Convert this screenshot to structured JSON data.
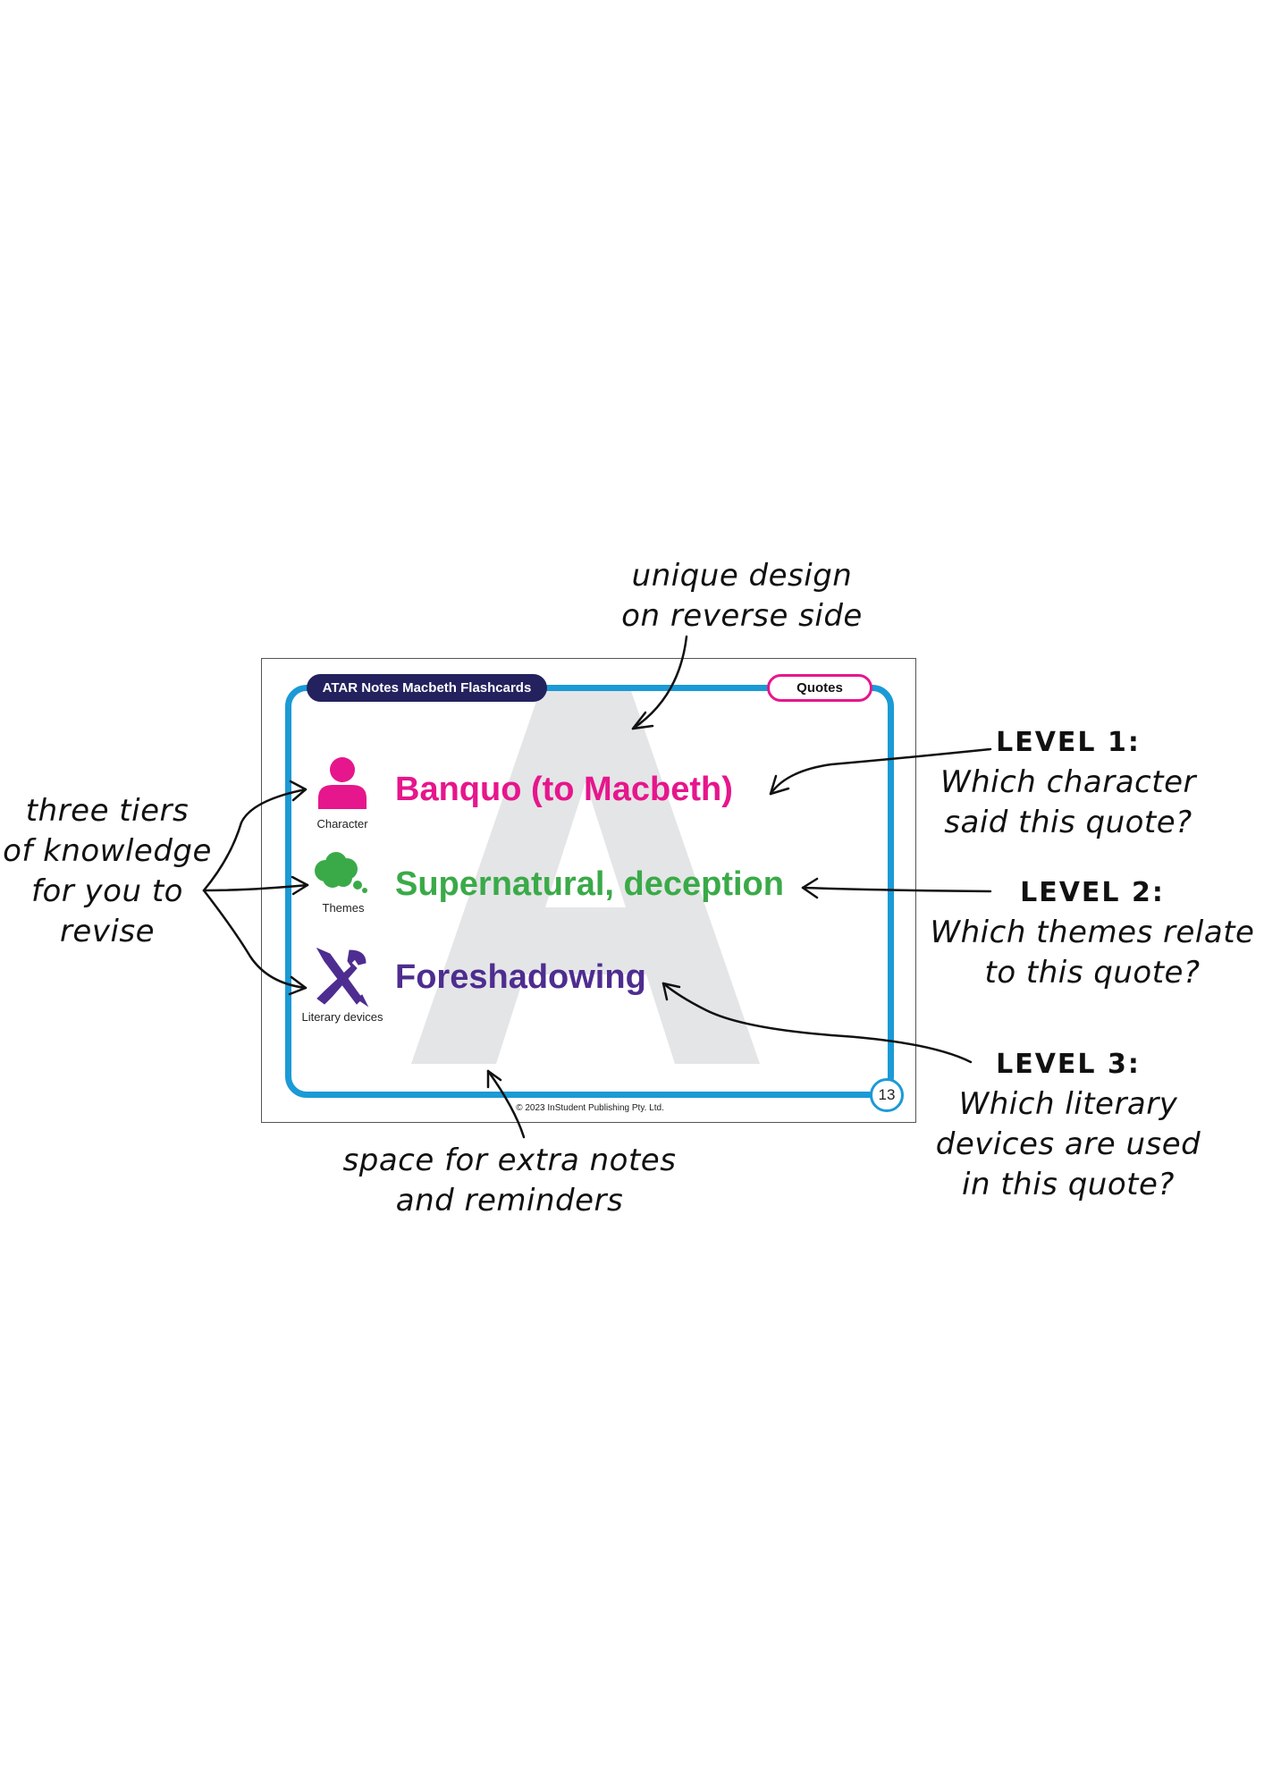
{
  "card": {
    "title": "ATAR Notes Macbeth Flashcards",
    "tag": "Quotes",
    "watermark_letter": "A",
    "page_number": "13",
    "copyright": "© 2023 InStudent Publishing Pty. Ltd."
  },
  "tiers": [
    {
      "icon": "person-icon",
      "label": "Character",
      "text": "Banquo (to Macbeth)",
      "color": "#e6168c"
    },
    {
      "icon": "thought-cloud-icon",
      "label": "Themes",
      "text": "Supernatural, deception",
      "color": "#3aaa48"
    },
    {
      "icon": "quill-tools-icon",
      "label": "Literary devices",
      "text": "Foreshadowing",
      "color": "#4e2d90"
    }
  ],
  "annotations": {
    "top": [
      "unique design",
      "on reverse side"
    ],
    "left": [
      "three tiers",
      "of knowledge",
      "for you to",
      "revise"
    ],
    "level1": {
      "heading": "LEVEL 1:",
      "lines": [
        "Which character",
        "said this quote?"
      ]
    },
    "level2": {
      "heading": "LEVEL 2:",
      "lines": [
        "Which themes relate",
        "to this quote?"
      ]
    },
    "level3": {
      "heading": "LEVEL 3:",
      "lines": [
        "Which literary",
        "devices are used",
        "in this quote?"
      ]
    },
    "bottom": [
      "space for extra notes",
      "and reminders"
    ]
  },
  "colors": {
    "frame": "#1b9ad6",
    "title_pill": "#23225e",
    "quotes_pill_border": "#e6168c",
    "watermark": "#e4e5e7"
  }
}
